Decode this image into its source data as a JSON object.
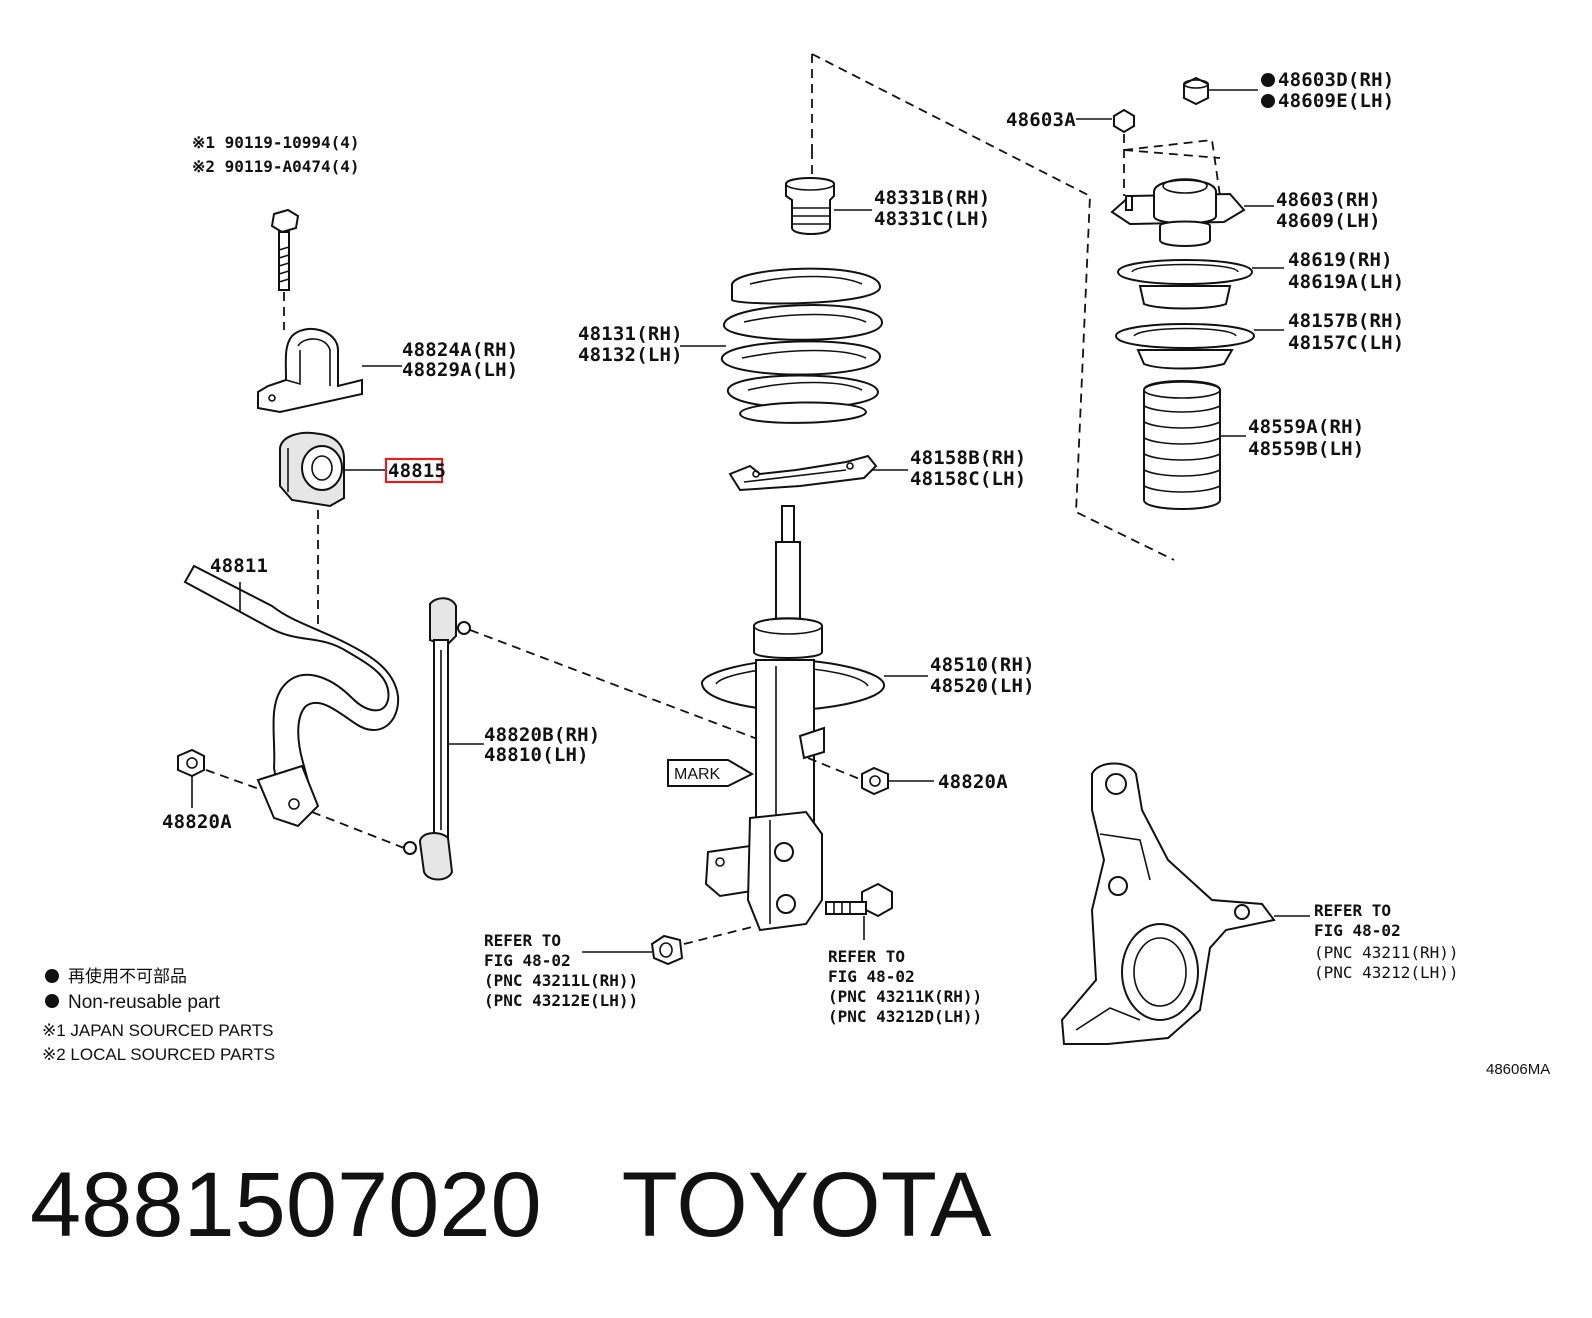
{
  "labels": {
    "bolt_note1": "※1 90119-10994(4)",
    "bolt_note2": "※2 90119-A0474(4)",
    "bracket_rh": "48824A(RH)",
    "bracket_lh": "48829A(LH)",
    "bushing": "48815",
    "stabilizer_bar": "48811",
    "nut_left": "48820A",
    "link_rh": "48820B(RH)",
    "link_lh": "48810(LH)",
    "mark": "MARK",
    "nut_right": "48820A",
    "bump_stop_rh": "48331B(RH)",
    "bump_stop_lh": "48331C(LH)",
    "spring_rh": "48131(RH)",
    "spring_lh": "48132(LH)",
    "insulator_rh": "48158B(RH)",
    "insulator_lh": "48158C(LH)",
    "strut_rh": "48510(RH)",
    "strut_lh": "48520(LH)",
    "top_nut_rh": "48603D(RH)",
    "top_nut_lh": "48609E(LH)",
    "mount_nut": "48603A",
    "mount_rh": "48603(RH)",
    "mount_lh": "48609(LH)",
    "bearing_rh": "48619(RH)",
    "bearing_lh": "48619A(LH)",
    "seat_rh": "48157B(RH)",
    "seat_lh": "48157C(LH)",
    "boot_rh": "48559A(RH)",
    "boot_lh": "48559B(LH)",
    "refer_nut_1": "REFER TO",
    "refer_nut_2": "FIG 48-02",
    "refer_nut_3": "(PNC 43211L(RH))",
    "refer_nut_4": "(PNC 43212E(LH))",
    "refer_bolt_1": "REFER TO",
    "refer_bolt_2": "FIG 48-02",
    "refer_bolt_3": "(PNC 43211K(RH))",
    "refer_bolt_4": "(PNC 43212D(LH))",
    "refer_knuckle_1": "REFER TO",
    "refer_knuckle_2": "FIG 48-02",
    "refer_knuckle_3": "(PNC 43211(RH))",
    "refer_knuckle_4": "(PNC 43212(LH))",
    "figure_code": "48606MA"
  },
  "legend": {
    "non_reusable_jp": "再使用不可部品",
    "non_reusable_en": "Non-reusable part",
    "japan_sourced": "※1 JAPAN SOURCED PARTS",
    "local_sourced": "※2 LOCAL SOURCED PARTS"
  },
  "footer": {
    "part_number": "4881507020",
    "brand": "TOYOTA"
  },
  "highlight_color": "#e02020"
}
